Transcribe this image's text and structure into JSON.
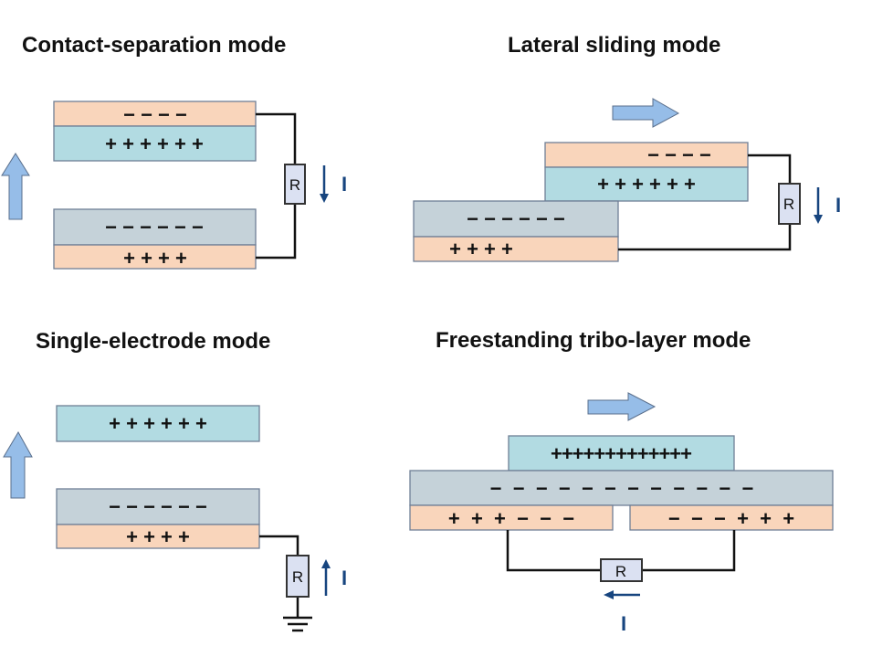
{
  "colors": {
    "orange_layer": "#f9d5bb",
    "blue_layer": "#b2dbe2",
    "gray_layer": "#c5d2d9",
    "layer_border": "#6f7f96",
    "resistor_fill": "#dbe1f2",
    "motion_arrow": "#96bde8",
    "current_arrow": "#17457f"
  },
  "panels": [
    {
      "id": "contact-separation",
      "title": "Contact-separation mode",
      "top_layers": [
        {
          "material": "orange",
          "charges": "− − − −"
        },
        {
          "material": "blue",
          "charges": "+ + + + + +"
        }
      ],
      "bottom_layers": [
        {
          "material": "gray",
          "charges": "− − − − − −"
        },
        {
          "material": "orange",
          "charges": "+ + + +"
        }
      ],
      "resistor_label": "R",
      "current_label": "I",
      "current_direction": "down",
      "motion_direction": "up"
    },
    {
      "id": "lateral-sliding",
      "title": "Lateral sliding mode",
      "top_layers": [
        {
          "material": "orange",
          "charges": "− − − −"
        },
        {
          "material": "blue",
          "charges": "+ + + + + +"
        }
      ],
      "bottom_layers": [
        {
          "material": "gray",
          "charges": "− − − − − −"
        },
        {
          "material": "orange",
          "charges": "+ + + +"
        }
      ],
      "resistor_label": "R",
      "current_label": "I",
      "current_direction": "down",
      "motion_direction": "right"
    },
    {
      "id": "single-electrode",
      "title": "Single-electrode mode",
      "top_layers": [
        {
          "material": "blue",
          "charges": "+ + + + + +"
        }
      ],
      "bottom_layers": [
        {
          "material": "gray",
          "charges": "− − − − − −"
        },
        {
          "material": "orange",
          "charges": "+ + + +"
        }
      ],
      "resistor_label": "R",
      "current_label": "I",
      "current_direction": "up",
      "motion_direction": "up",
      "grounded": true
    },
    {
      "id": "freestanding",
      "title": "Freestanding tribo-layer mode",
      "top_layers": [
        {
          "material": "blue",
          "charges": "+++++++++++++"
        }
      ],
      "middle_layer": {
        "material": "gray",
        "charges": "−  −  −  −  −  −  −  −  −  −  −  −"
      },
      "electrodes": [
        {
          "material": "orange",
          "charges": "+  +  +  −  −  −"
        },
        {
          "material": "orange",
          "charges": "−  −  −  +  +  +"
        }
      ],
      "resistor_label": "R",
      "current_label": "I",
      "current_direction": "left",
      "motion_direction": "right"
    }
  ]
}
